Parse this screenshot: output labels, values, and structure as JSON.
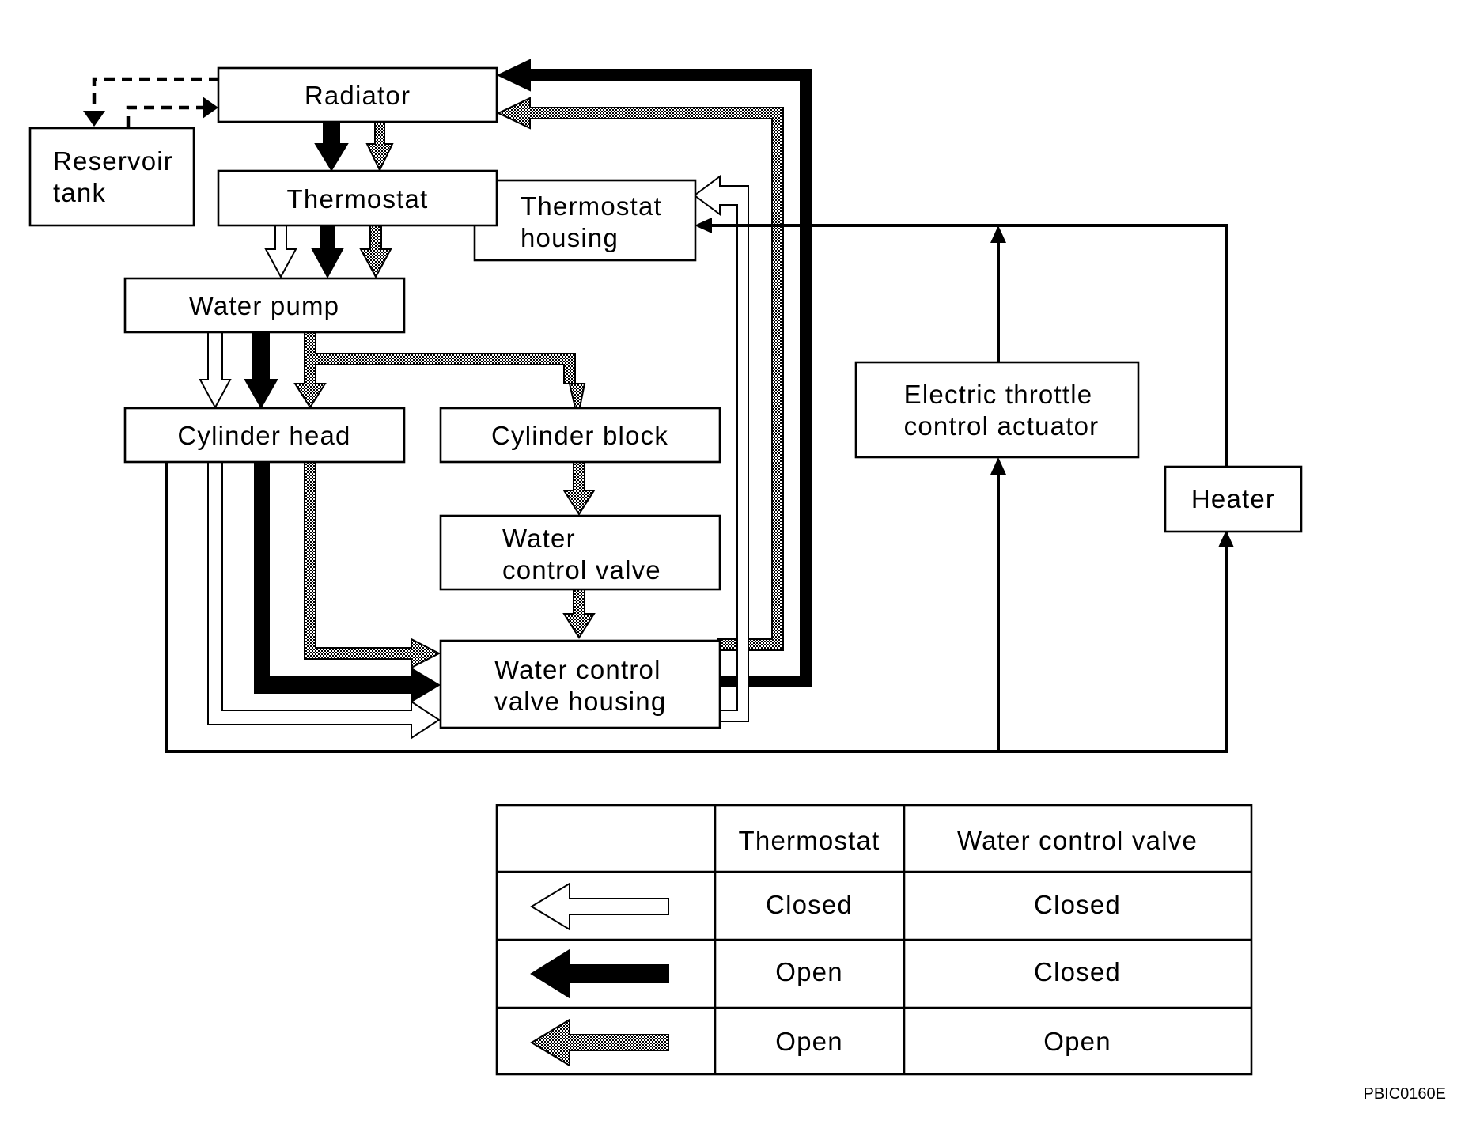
{
  "components": {
    "radiator": "Radiator",
    "reservoir_tank": [
      "Reservoir",
      "tank"
    ],
    "thermostat": "Thermostat",
    "thermostat_housing": [
      "Thermostat",
      "housing"
    ],
    "water_pump": "Water pump",
    "cylinder_head": "Cylinder head",
    "cylinder_block": "Cylinder block",
    "water_control_valve": [
      "Water",
      "control valve"
    ],
    "water_control_valve_housing": [
      "Water control",
      "valve housing"
    ],
    "electric_throttle_control_actuator": [
      "Electric throttle",
      "control actuator"
    ],
    "heater": "Heater"
  },
  "legend": {
    "headers": [
      "",
      "Thermostat",
      "Water control valve"
    ],
    "rows": [
      {
        "arrow_style": "white",
        "thermostat": "Closed",
        "water_control_valve": "Closed"
      },
      {
        "arrow_style": "black",
        "thermostat": "Open",
        "water_control_valve": "Closed"
      },
      {
        "arrow_style": "dotted",
        "thermostat": "Open",
        "water_control_valve": "Open"
      }
    ]
  },
  "figure_code": "PBIC0160E",
  "colors": {
    "line": "#000000",
    "white_fill": "#ffffff",
    "black_fill": "#000000",
    "dotted_fill": "#bfbfbf"
  }
}
